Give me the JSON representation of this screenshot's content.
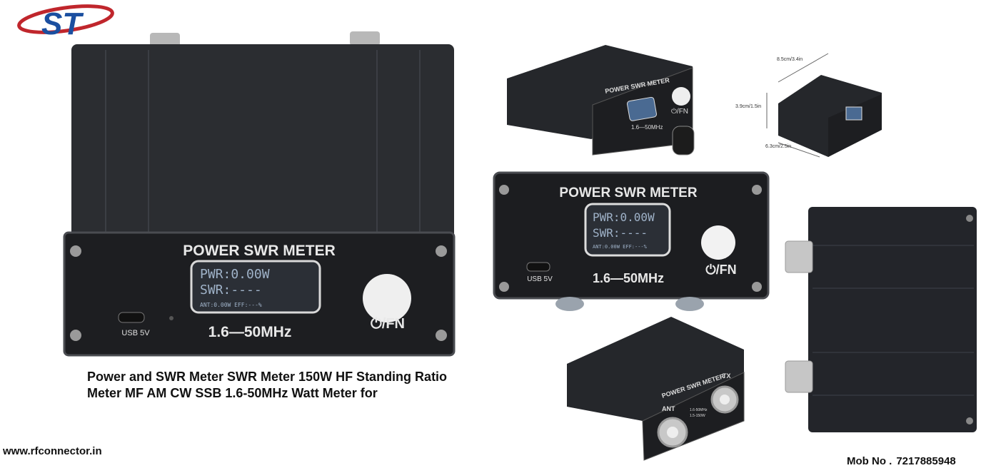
{
  "logo": {
    "text": "ST"
  },
  "product_label": {
    "title": "POWER SWR METER",
    "screen_line1": "PWR:0.00W",
    "screen_line2": "SWR:----",
    "screen_line3": "ANT:0.00W  EFF:---%",
    "usb": "USB 5V",
    "freq": "1.6—50MHz",
    "button": "⏻/FN"
  },
  "dimensions": {
    "length": "8.5cm/3.4in",
    "height": "3.9cm/1.5in",
    "width": "6.3cm/2.5in"
  },
  "back_panel": {
    "title": "POWER SWR METER",
    "ant": "ANT",
    "tx": "TX",
    "spec1": "1.6-50MHz",
    "spec2": "1.5-150W"
  },
  "caption": "Power and SWR Meter SWR Meter 150W HF Standing Ratio Meter MF AM CW SSB 1.6-50MHz Watt Meter for",
  "website": "www.rfconnector.in",
  "mobile": {
    "label": "Mob No .",
    "number": "7217885948"
  }
}
